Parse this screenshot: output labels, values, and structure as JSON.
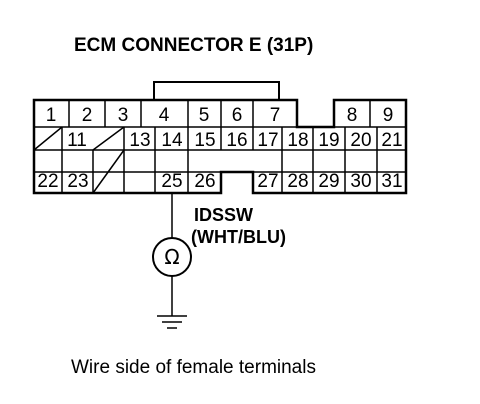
{
  "title": "ECM CONNECTOR E (31P)",
  "pins": {
    "p1": "1",
    "p2": "2",
    "p3": "3",
    "p4": "4",
    "p5": "5",
    "p6": "6",
    "p7": "7",
    "p8": "8",
    "p9": "9",
    "p11": "11",
    "p13": "13",
    "p14": "14",
    "p15": "15",
    "p16": "16",
    "p17": "17",
    "p18": "18",
    "p19": "19",
    "p20": "20",
    "p21": "21",
    "p22": "22",
    "p23": "23",
    "p25": "25",
    "p26": "26",
    "p27": "27",
    "p28": "28",
    "p29": "29",
    "p30": "30",
    "p31": "31"
  },
  "wire": {
    "signal": "IDSSW",
    "color": "(WHT/BLU)"
  },
  "meter_symbol": "Ω",
  "caption": "Wire side of female terminals"
}
